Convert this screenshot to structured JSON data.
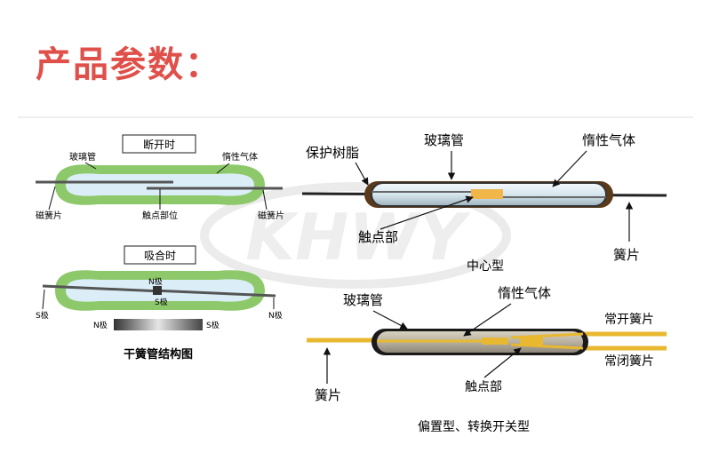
{
  "title": "产品参数：",
  "watermark": "KHWY",
  "left": {
    "open_state": {
      "caption": "断开时",
      "glass_label": "玻璃管",
      "gas_label": "惰性气体",
      "reed_left_label": "磁簧片",
      "reed_right_label": "磁簧片",
      "contact_label": "触点部位"
    },
    "closed_state": {
      "caption": "吸合时",
      "n_pole": "N极",
      "s_pole": "S极",
      "left_pole": "S极",
      "right_pole": "N极",
      "magnet_left": "N极",
      "magnet_right": "S极"
    },
    "diagram_caption": "干簧管结构图"
  },
  "right": {
    "center_type": {
      "protective_resin": "保护树脂",
      "glass": "玻璃管",
      "inert_gas": "惰性气体",
      "contact": "触点部",
      "reed": "簧片",
      "type_label": "中心型"
    },
    "bias_type": {
      "glass": "玻璃管",
      "inert_gas": "惰性气体",
      "no_reed": "常开簧片",
      "nc_reed": "常闭簧片",
      "reed": "簧片",
      "contact": "触点部",
      "type_label": "偏置型、转换开关型"
    }
  },
  "colors": {
    "title": "#e0504a",
    "glass_green": "#8dc96b",
    "glass_fill": "#dbeef7",
    "resin": "#8b5a2b",
    "contact_gold": "#f0b64a",
    "reed_gold": "#e8b830"
  }
}
